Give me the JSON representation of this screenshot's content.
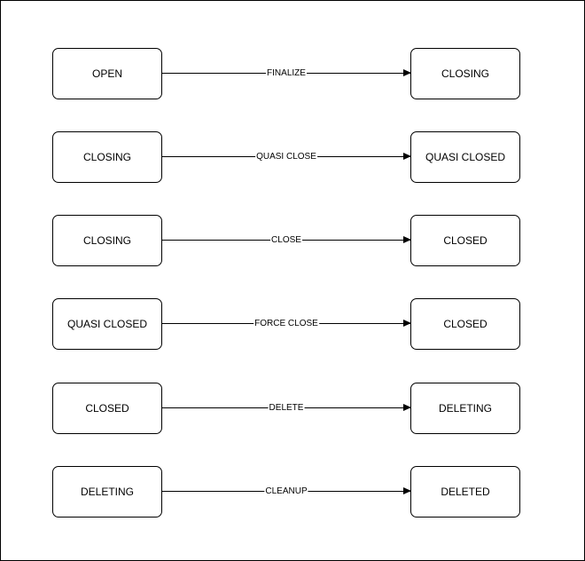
{
  "transitions": [
    {
      "from": "OPEN",
      "label": "FINALIZE",
      "to": "CLOSING"
    },
    {
      "from": "CLOSING",
      "label": "QUASI CLOSE",
      "to": "QUASI CLOSED"
    },
    {
      "from": "CLOSING",
      "label": "CLOSE",
      "to": "CLOSED"
    },
    {
      "from": "QUASI CLOSED",
      "label": "FORCE CLOSE",
      "to": "CLOSED"
    },
    {
      "from": "CLOSED",
      "label": "DELETE",
      "to": "DELETING"
    },
    {
      "from": "DELETING",
      "label": "CLEANUP",
      "to": "DELETED"
    }
  ]
}
